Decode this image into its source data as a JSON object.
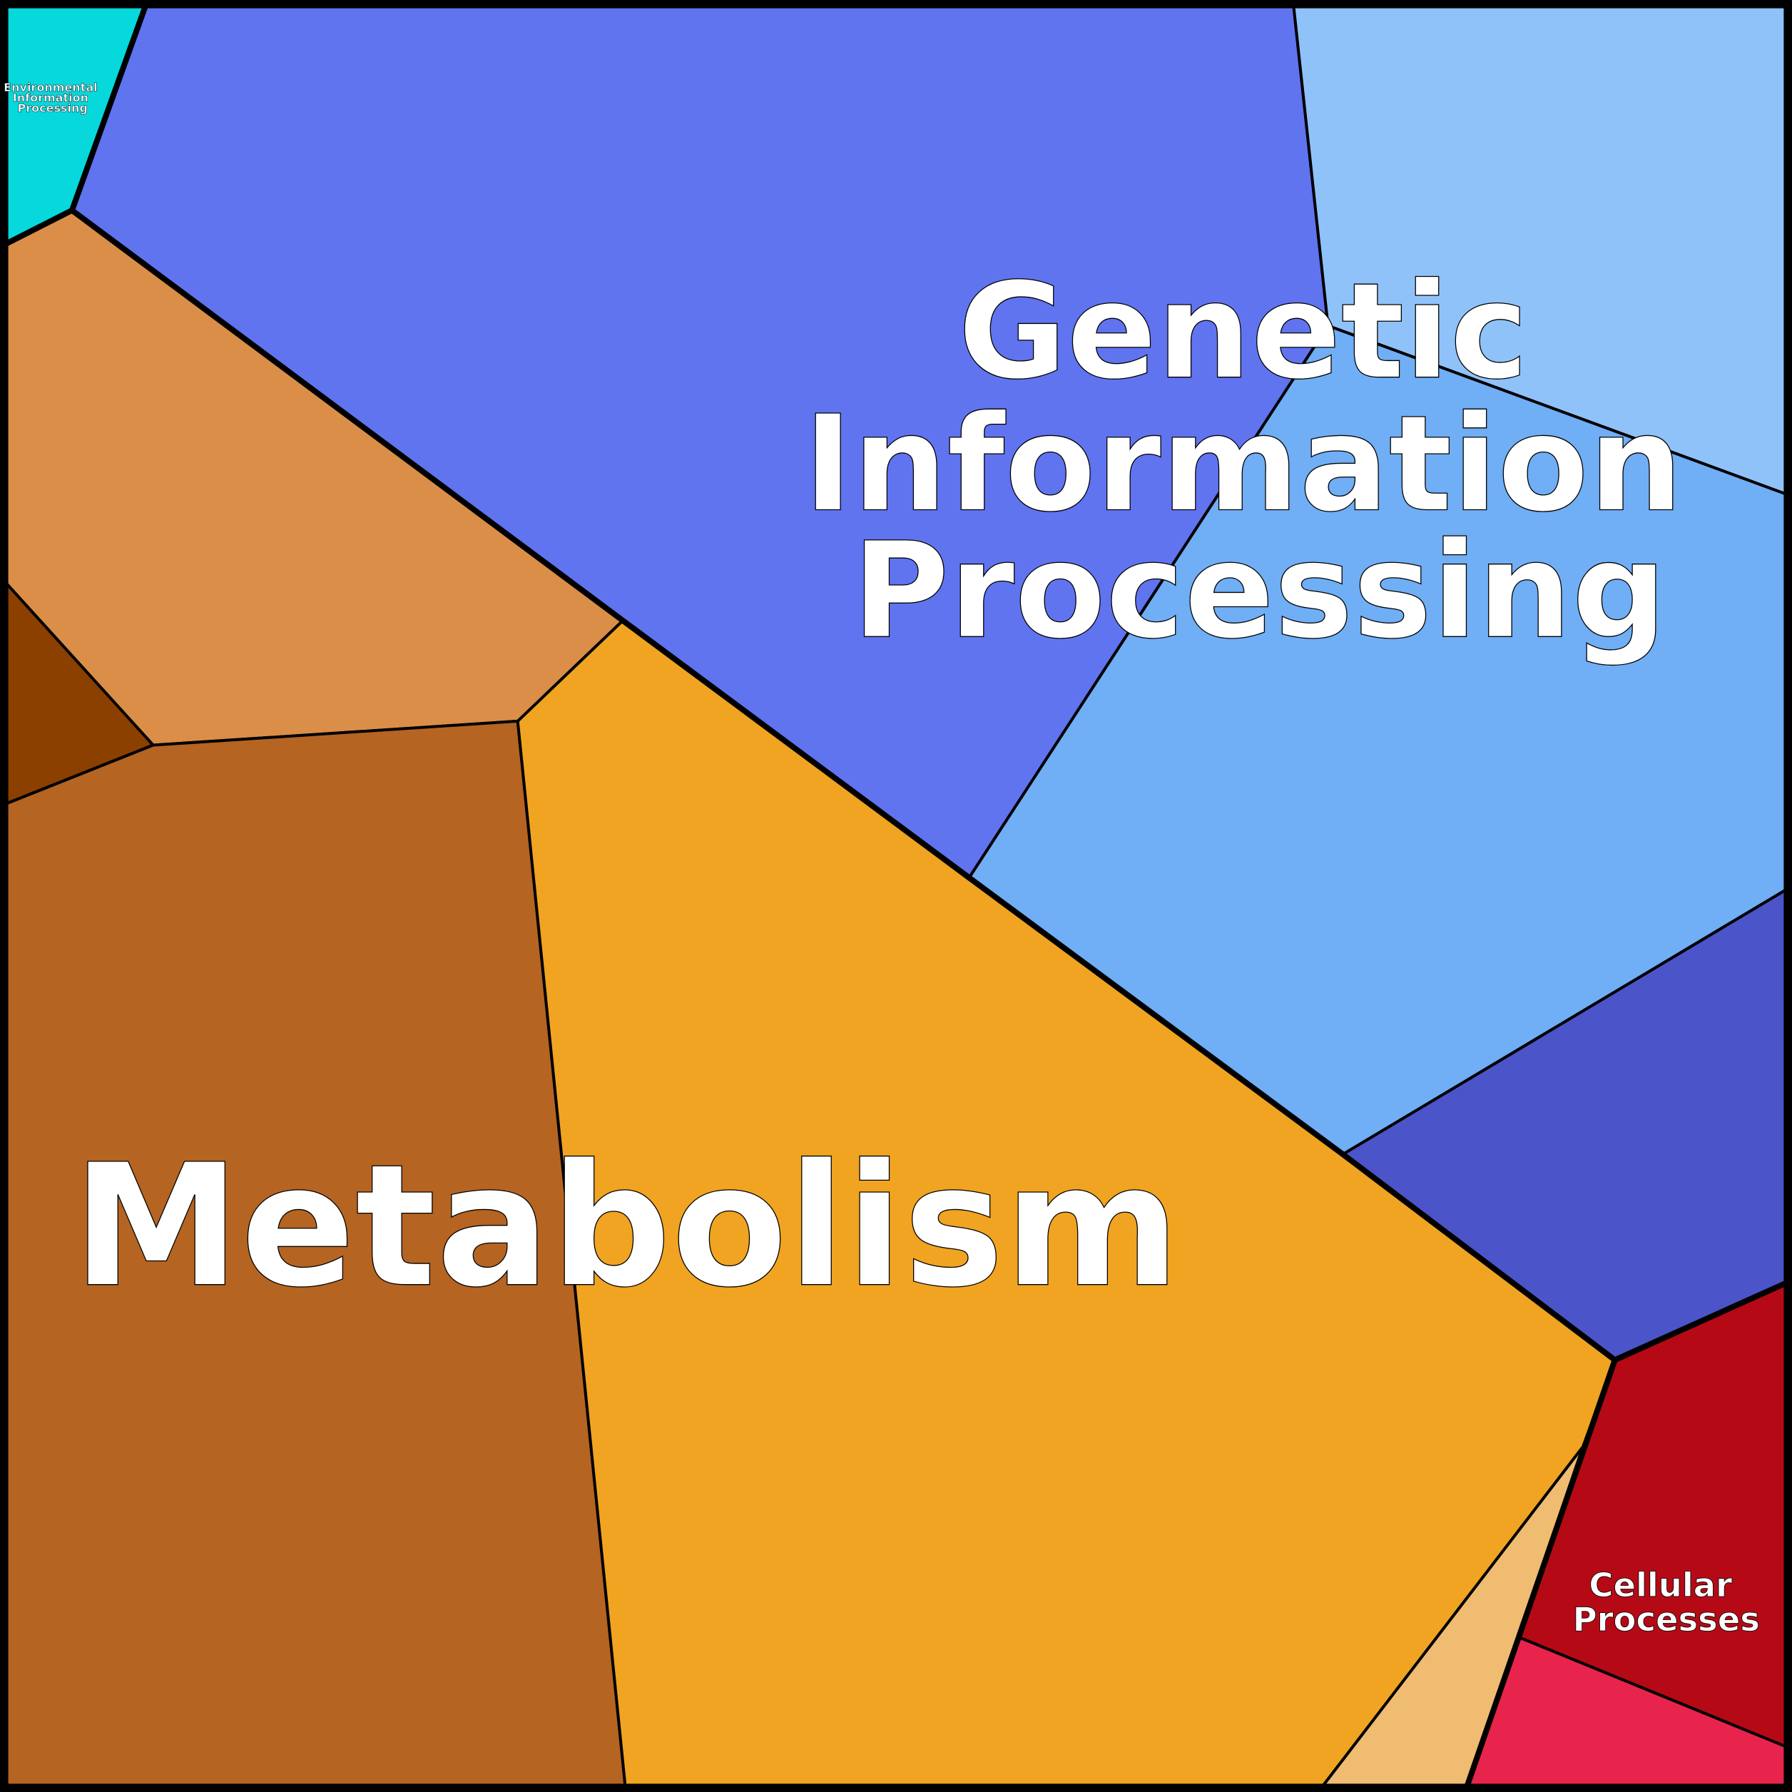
{
  "labels": {
    "genetic": [
      "Genetic",
      "Information",
      "Processing"
    ],
    "metabolism": "Metabolism",
    "cellular": [
      "Cellular",
      "Processes"
    ],
    "environmental": [
      "Environmental",
      "Information",
      "Processing"
    ]
  },
  "colors": {
    "environmental": "#06D8DC",
    "genetic_main": "#6074F0",
    "genetic_top_right": "#90C2FA",
    "genetic_mid_right": "#70AEF5",
    "genetic_low_right": "#4B54C8",
    "metabolism_tan": "#DB8E48",
    "metabolism_dark": "#8B4000",
    "metabolism_brown": "#B56422",
    "metabolism_gold": "#F0A422",
    "metabolism_light": "#EFBC72",
    "cellular_red": "#B50A16",
    "cellular_pink": "#E8244C"
  }
}
